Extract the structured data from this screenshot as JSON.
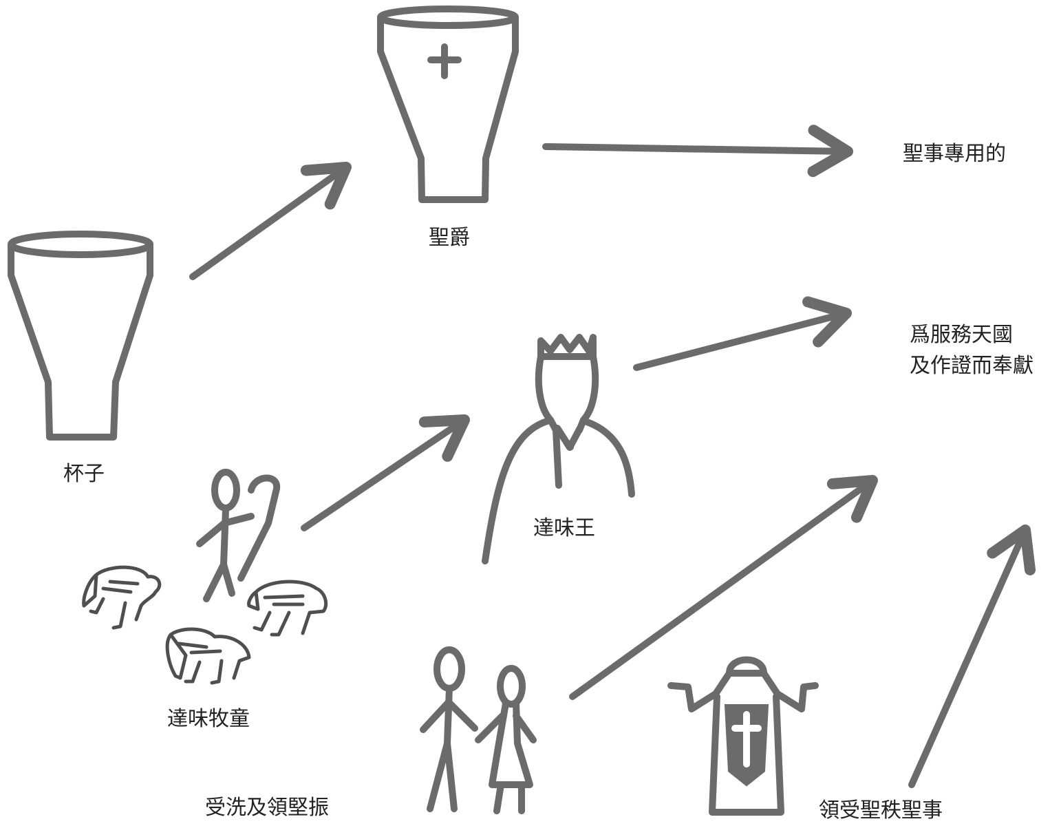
{
  "labels": {
    "cup": "杯子",
    "chalice": "聖爵",
    "sacred_use": "聖事專用的",
    "consecrated_line1": "爲服務天國",
    "consecrated_line2": "及作證而奉獻",
    "king_david": "達味王",
    "shepherd_david": "達味牧童",
    "baptism_confirmation": "受洗及領堅振",
    "holy_orders": "領受聖秩聖事"
  },
  "icons": [
    "cup-icon",
    "chalice-icon",
    "cross-icon",
    "king-icon",
    "crown-icon",
    "shepherd-icon",
    "sheep-icon",
    "couple-icon",
    "priest-icon"
  ],
  "colors": {
    "stroke": "#6b6b6b",
    "text": "#222222",
    "background": "#ffffff"
  }
}
